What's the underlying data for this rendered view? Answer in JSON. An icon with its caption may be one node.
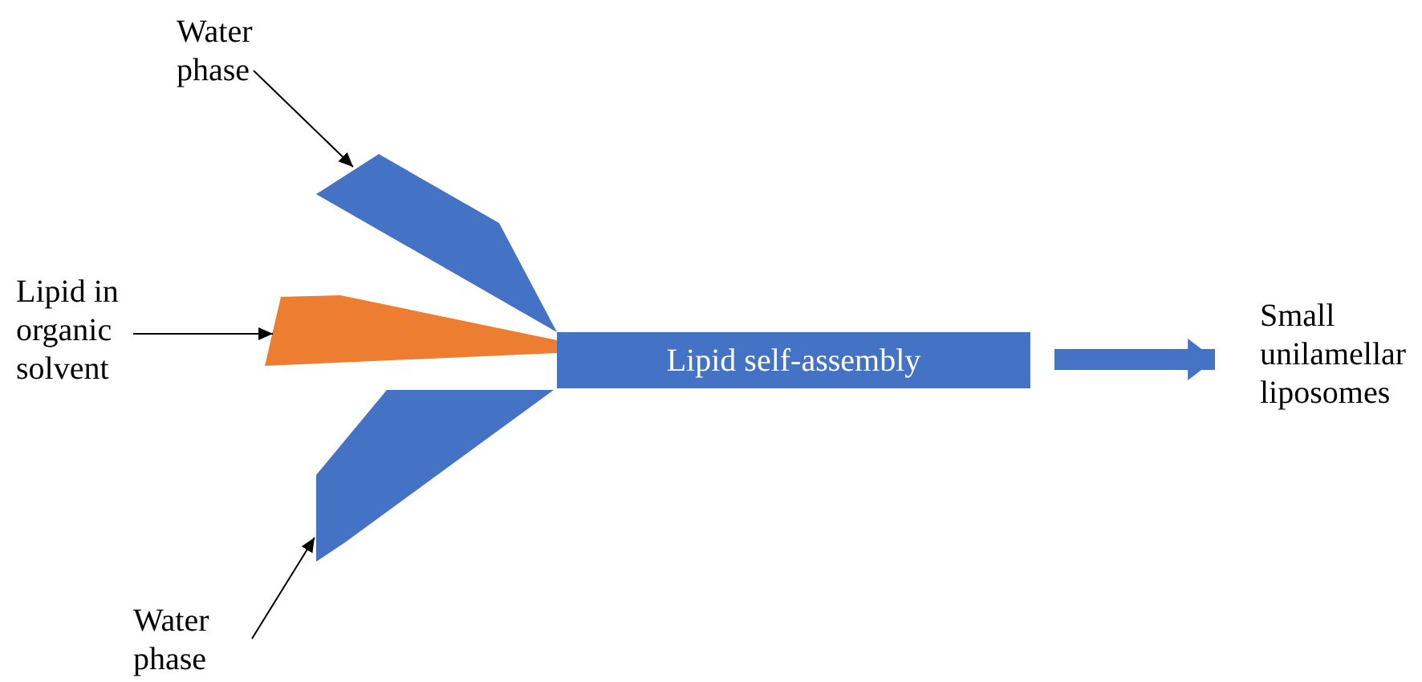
{
  "diagram": {
    "nodes": [
      {
        "text": [
          "Water phase"
        ]
      },
      {
        "text": [],
        "shape": "channel"
      },
      {
        "text": [
          "Lipid in organic solvent"
        ]
      },
      {
        "text": [],
        "shape": "channel"
      },
      {
        "text": [
          "Water phase"
        ]
      },
      {
        "text": [],
        "shape": "channel"
      },
      {
        "text": [
          "Lipid self-assembly"
        ]
      },
      {
        "text": [
          "Small unilamellar liposomes"
        ]
      }
    ],
    "edges": [
      {
        "from": 0,
        "to": 1,
        "arrow": "to"
      },
      {
        "from": 2,
        "to": 3,
        "arrow": "to"
      },
      {
        "from": 4,
        "to": 5,
        "arrow": "to"
      },
      {
        "from": 6,
        "to": 7,
        "arrow": "to",
        "style": "thick",
        "color": "#4472c4"
      }
    ]
  }
}
